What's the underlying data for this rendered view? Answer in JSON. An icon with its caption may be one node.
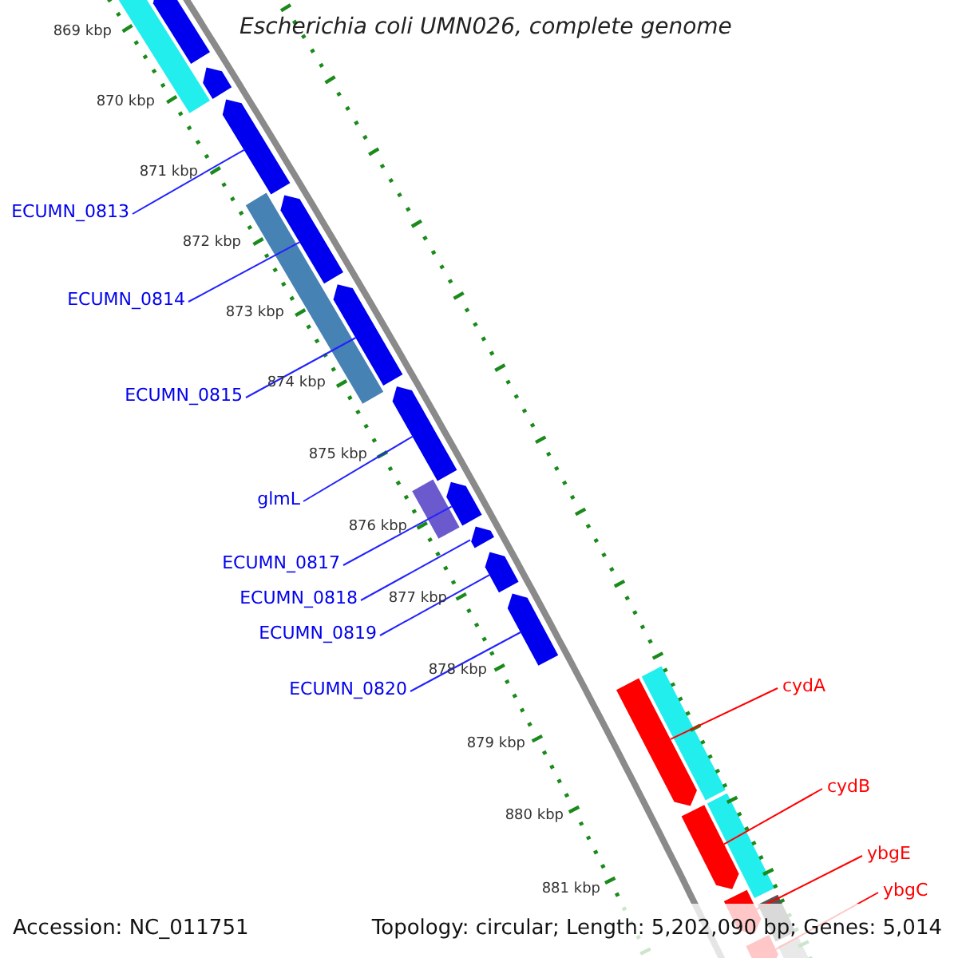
{
  "diagram": {
    "title": "Escherichia coli UMN026, complete genome",
    "nodes": [
      {
        "text": [
          "ECUMN_0813"
        ]
      },
      {
        "text": [
          "ECUMN_0814"
        ]
      },
      {
        "text": [
          "ECUMN_0815"
        ]
      },
      {
        "text": [
          "glmL"
        ]
      },
      {
        "text": [
          "ECUMN_0817"
        ]
      },
      {
        "text": [
          "ECUMN_0818"
        ]
      },
      {
        "text": [
          "ECUMN_0819"
        ]
      },
      {
        "text": [
          "ECUMN_0820"
        ]
      },
      {
        "text": [
          "cydA"
        ]
      },
      {
        "text": [
          "cydB"
        ]
      },
      {
        "text": [
          "ybgE"
        ]
      },
      {
        "text": [
          "ybgC"
        ]
      },
      {
        "text": [],
        "shape": "pentagon"
      },
      {
        "text": [],
        "shape": "pentagon"
      },
      {
        "text": [],
        "shape": "pentagon"
      },
      {
        "text": [],
        "shape": "pentagon"
      },
      {
        "text": [],
        "shape": "pentagon"
      },
      {
        "text": [],
        "shape": "pentagon"
      },
      {
        "text": [],
        "shape": "pentagon"
      },
      {
        "text": [],
        "shape": "pentagon"
      },
      {
        "text": [],
        "shape": "pentagon"
      },
      {
        "text": [],
        "shape": "pentagon"
      },
      {
        "text": [],
        "shape": "pentagon"
      },
      {
        "text": [],
        "shape": "pentagon"
      },
      {
        "text": [],
        "shape": "bar"
      },
      {
        "text": [],
        "shape": "pentagon"
      },
      {
        "text": [],
        "shape": "pentagon"
      },
      {
        "text": [],
        "shape": "bar"
      },
      {
        "text": [],
        "shape": "bar"
      },
      {
        "text": [],
        "shape": "bar"
      },
      {
        "text": [],
        "shape": "bar"
      },
      {
        "text": [],
        "shape": "bar"
      },
      {
        "text": [],
        "shape": "bar"
      }
    ],
    "edges": [
      {
        "from": 0,
        "to": 12,
        "arrow": "none"
      },
      {
        "from": 1,
        "to": 13,
        "arrow": "none"
      },
      {
        "from": 2,
        "to": 14,
        "arrow": "none"
      },
      {
        "from": 3,
        "to": 15,
        "arrow": "none"
      },
      {
        "from": 4,
        "to": 16,
        "arrow": "none"
      },
      {
        "from": 5,
        "to": 17,
        "arrow": "none"
      },
      {
        "from": 6,
        "to": 18,
        "arrow": "none"
      },
      {
        "from": 7,
        "to": 19,
        "arrow": "none"
      },
      {
        "from": 8,
        "to": 20,
        "arrow": "none",
        "color": "#ff0000"
      },
      {
        "from": 9,
        "to": 21,
        "arrow": "none",
        "color": "#ff0000"
      },
      {
        "from": 10,
        "to": 22,
        "arrow": "none",
        "color": "#ff0000"
      },
      {
        "from": 11,
        "to": 23,
        "arrow": "none",
        "color": "#ff0000"
      }
    ],
    "labels": [
      "869 kbp",
      "870 kbp",
      "871 kbp",
      "872 kbp",
      "873 kbp",
      "874 kbp",
      "875 kbp",
      "876 kbp",
      "877 kbp",
      "878 kbp",
      "879 kbp",
      "880 kbp",
      "881 kbp",
      "Accession: NC_011751",
      "Topology: circular; Length: 5,202,090 bp; Genes: 5,014"
    ]
  }
}
